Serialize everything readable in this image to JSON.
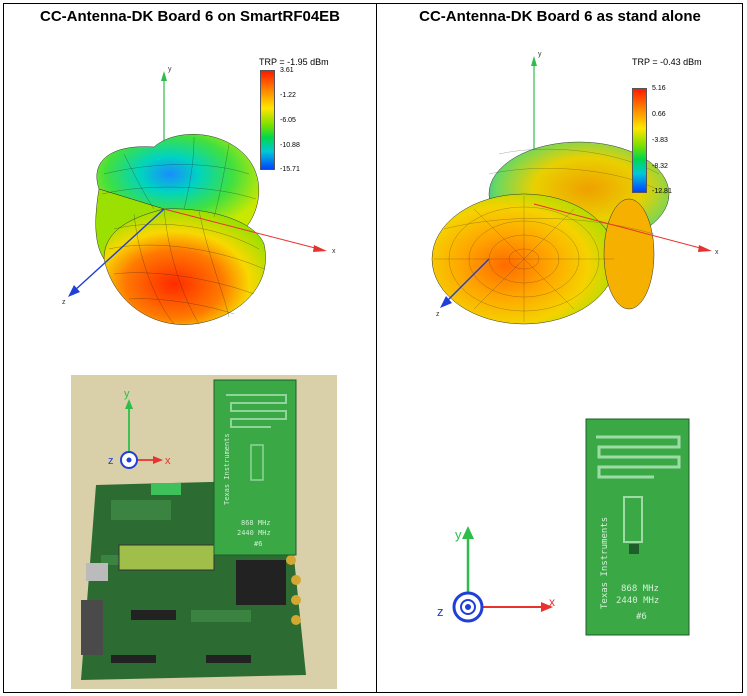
{
  "left": {
    "title": "CC-Antenna-DK Board 6 on SmartRF04EB",
    "trp": "TRP = -1.95 dBm",
    "scale": [
      "3.61",
      "-1.22",
      "-6.05",
      "-10.88",
      "-15.71"
    ],
    "axes": {
      "x": "x",
      "y": "y",
      "z": "z"
    },
    "photo": {
      "axis_y": "y",
      "axis_z": "z",
      "axis_x": "x",
      "brand": "Texas Instruments",
      "freq1": "868 MHz",
      "freq2": "2440 MHz",
      "board_no": "#6"
    }
  },
  "right": {
    "title": "CC-Antenna-DK Board 6 as stand alone",
    "trp": "TRP = -0.43 dBm",
    "scale": [
      "5.16",
      "0.66",
      "-3.83",
      "-8.32",
      "-12.81"
    ],
    "axes": {
      "x": "x",
      "y": "y",
      "z": "z"
    },
    "photo": {
      "axis_y": "y",
      "axis_z": "z",
      "axis_x": "x",
      "brand": "Texas Instruments",
      "freq1": "868 MHz",
      "freq2": "2440 MHz",
      "board_no": "#6"
    }
  },
  "colors": {
    "axis_x": "#e8322e",
    "axis_y": "#2ebd4a",
    "axis_z": "#1f3fd6",
    "pcb_green": "#3aa845",
    "pcb_dark": "#1d5e2a"
  }
}
